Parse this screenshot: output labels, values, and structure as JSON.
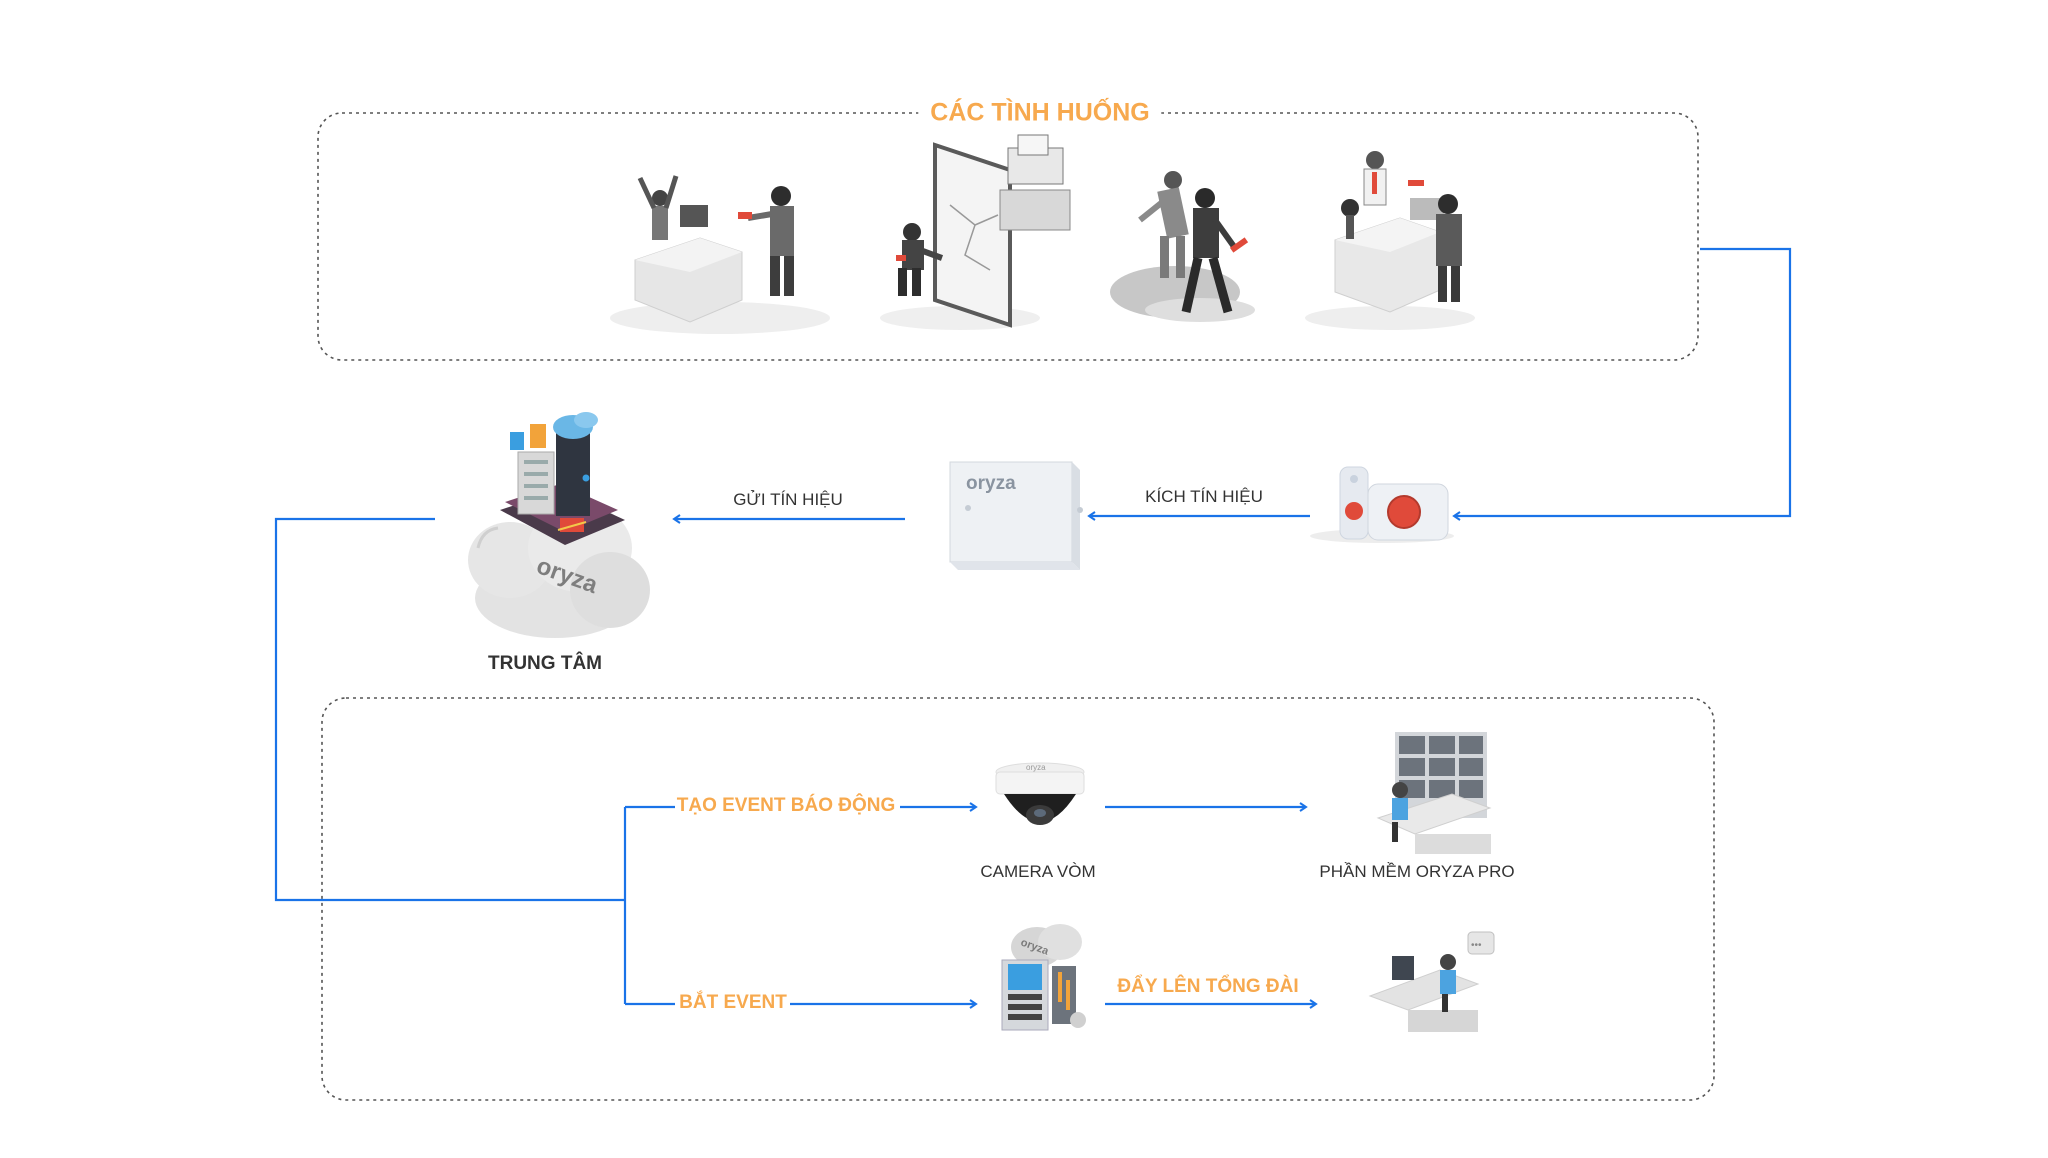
{
  "diagram": {
    "scenarios_title": "CÁC TÌNH HUỐNG",
    "scenarios": [
      {
        "icon": "cashier-robbery-icon"
      },
      {
        "icon": "glass-break-theft-icon"
      },
      {
        "icon": "assault-icon"
      },
      {
        "icon": "jewelry-counter-robbery-icon"
      }
    ],
    "nodes": {
      "panic_button": {
        "icon": "panic-button-icon"
      },
      "alarm_controller": {
        "icon": "oryza-alarm-box-icon",
        "brand": "oryza"
      },
      "center": {
        "label": "TRUNG TÂM",
        "icon": "cloud-datacenter-icon",
        "brand": "oryza"
      },
      "dome_camera": {
        "label": "CAMERA VÒM",
        "icon": "dome-camera-icon"
      },
      "oryza_pro": {
        "label": "PHẦN MỀM ORYZA PRO",
        "icon": "monitoring-desk-icon"
      },
      "event_server": {
        "icon": "cloud-server-icon"
      },
      "operator": {
        "icon": "operator-desk-icon"
      }
    },
    "edges": {
      "trigger": "KÍCH TÍN HIỆU",
      "send": "GỬI TÍN HIỆU",
      "create_event": "TẠO EVENT BÁO ĐỘNG",
      "catch_event": "BẮT EVENT",
      "push_to_switchboard": "ĐẨY LÊN TỔNG ĐÀI"
    },
    "colors": {
      "accent_orange": "#f7a94e",
      "line_blue": "#1a73e8",
      "text_dark": "#333333",
      "dashed_border": "#555555",
      "panic_red": "#e04a3a"
    }
  }
}
